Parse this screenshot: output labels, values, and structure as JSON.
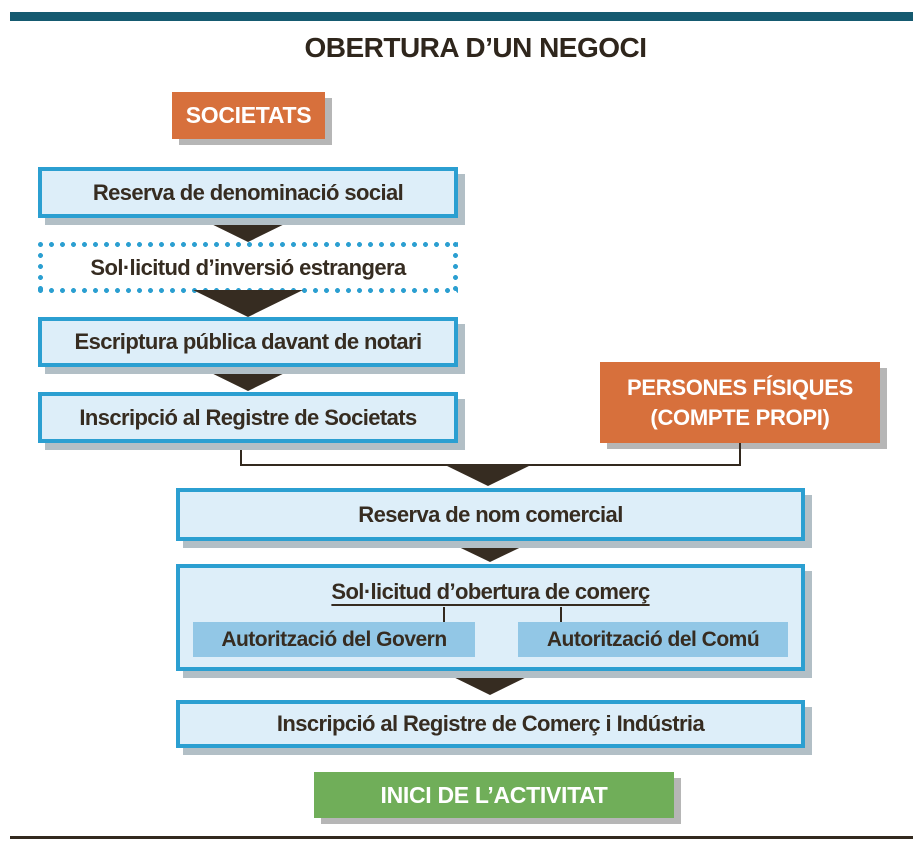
{
  "page": {
    "title": "OBERTURA D’UN NEGOCI"
  },
  "groups": {
    "societats": {
      "label": "SOCIETATS"
    },
    "persones_fisiques": {
      "line1": "PERSONES FÍSIQUES",
      "line2": "(COMPTE PROPI)"
    }
  },
  "steps": {
    "societats_track": [
      {
        "label": "Reserva de denominació social",
        "style": "solid"
      },
      {
        "label": "Sol·licitud d’inversió estrangera",
        "style": "dotted"
      },
      {
        "label": "Escriptura pública davant de notari",
        "style": "solid"
      },
      {
        "label": "Inscripció al Registre de Societats",
        "style": "solid"
      }
    ],
    "common_track": {
      "reserva_nom": "Reserva de nom comercial",
      "sollicitud_obertura": {
        "title": "Sol·licitud d’obertura de comerç",
        "children": [
          "Autorització del Govern",
          "Autorització del Comú"
        ]
      },
      "inscripcio_comerc": "Inscripció al Registre de Comerç i Indústria",
      "inici": "INICI DE L’ACTIVITAT"
    }
  },
  "colors": {
    "top_rule": "#155a70",
    "orange_tag": "#d7703c",
    "box_fill": "#ddeef9",
    "box_border": "#2b9fd1",
    "subbox_fill": "#92c7e6",
    "green_box": "#70ae59",
    "ink": "#362c21"
  }
}
